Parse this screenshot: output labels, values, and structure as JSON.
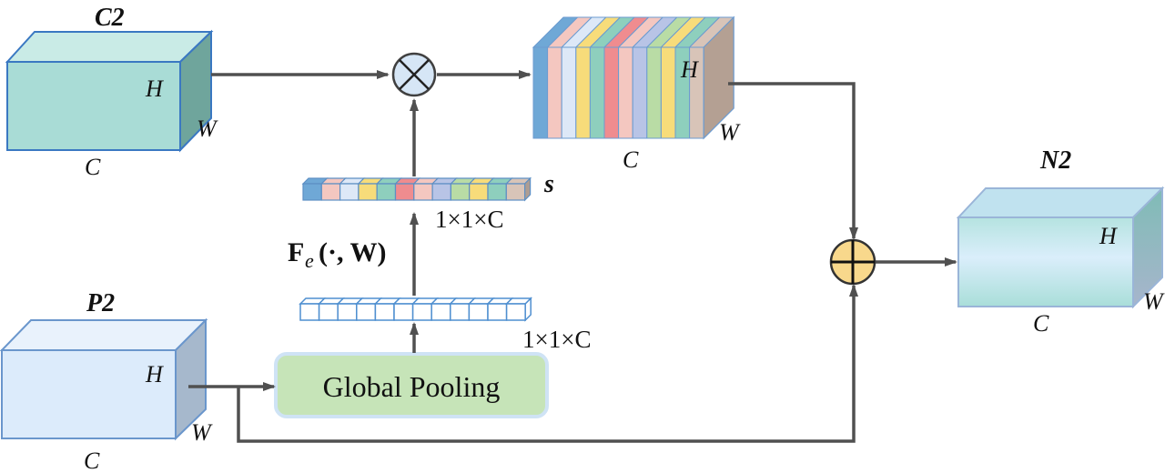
{
  "blocks": {
    "c2": {
      "title": "C2",
      "h": "H",
      "w": "W",
      "c": "C"
    },
    "p2": {
      "title": "P2",
      "h": "H",
      "w": "W",
      "c": "C"
    },
    "n2": {
      "title": "N2",
      "h": "H",
      "w": "W",
      "c": "C"
    },
    "scaled": {
      "h": "H",
      "w": "W",
      "c": "C"
    }
  },
  "pooling": {
    "label": "Global Pooling"
  },
  "vectors": {
    "pooled_dim": "1×1×C",
    "s_label": "s",
    "s_dim": "1×1×C",
    "excitation_main": "F",
    "excitation_sub": "e",
    "excitation_args": "(·, W)"
  },
  "operators": {
    "multiply": "⊗",
    "add": "⊕"
  },
  "colors": {
    "channel_palette": [
      "#6fa8d6",
      "#f4c7c0",
      "#dde8f7",
      "#f7dc7a",
      "#8ecfbd",
      "#ef8c8f",
      "#f4c7c0",
      "#b8c4e6",
      "#b9dca5",
      "#f7dc7a",
      "#8ecfbd",
      "#d8c4b8"
    ],
    "c2_front": "#a9dcd6",
    "p2_front": "#dcebfb",
    "pooling_fill": "#c6e4b8",
    "multiply_fill": "#d6e6f6",
    "add_fill": "#f8d88c",
    "arrow": "#505050"
  }
}
